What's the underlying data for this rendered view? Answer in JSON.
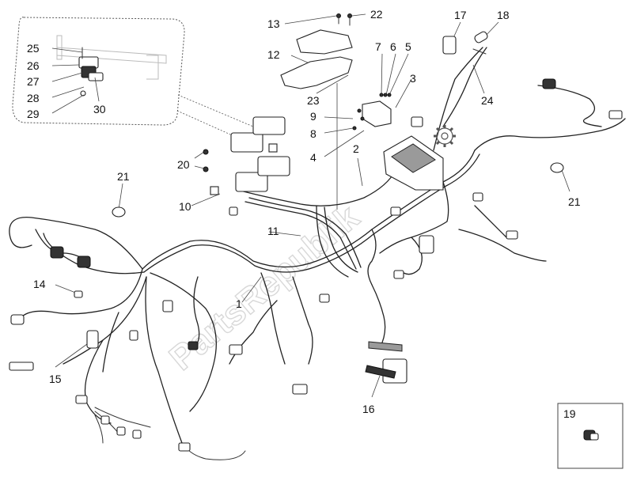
{
  "watermark": "PartsRepublik",
  "callouts": {
    "c1": "1",
    "c2": "2",
    "c3": "3",
    "c4": "4",
    "c5": "5",
    "c6": "6",
    "c7": "7",
    "c8": "8",
    "c9": "9",
    "c10": "10",
    "c11": "11",
    "c12": "12",
    "c13": "13",
    "c14": "14",
    "c15": "15",
    "c16": "16",
    "c17": "17",
    "c18": "18",
    "c19": "19",
    "c20": "20",
    "c21a": "21",
    "c21b": "21",
    "c22": "22",
    "c23": "23",
    "c24": "24",
    "c25": "25",
    "c26": "26",
    "c27": "27",
    "c28": "28",
    "c29": "29",
    "c30": "30"
  },
  "icons": {
    "gear": "gear-icon",
    "inset": "detail-inset",
    "box": "part-19-box"
  }
}
